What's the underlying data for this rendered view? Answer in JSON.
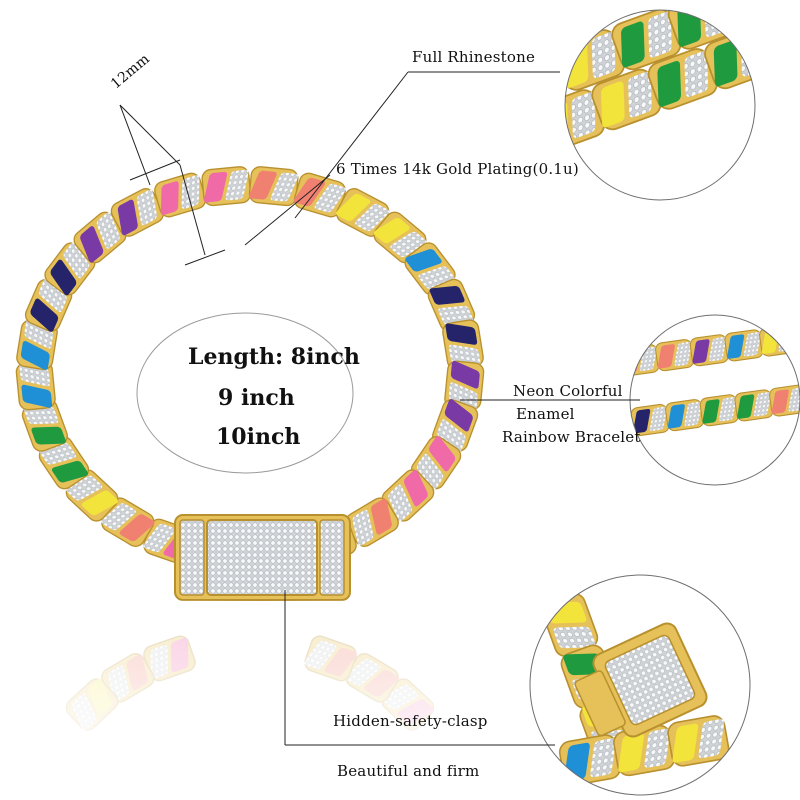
{
  "labels": {
    "width_dim": "12mm",
    "rhinestone": "Full Rhinestone",
    "plating": "6 Times 14k Gold Plating(0.1u)",
    "neon_line1": "Neon Colorful",
    "neon_line2": "Enamel",
    "neon_line3": "Rainbow Bracelet",
    "clasp": "Hidden-safety-clasp",
    "firm": "Beautiful and firm"
  },
  "lengths": [
    "Length: 8inch",
    "9 inch",
    "10inch"
  ],
  "colors": {
    "gold": "#e6c15a",
    "gold_dark": "#b8902e",
    "yellow": "#f2e43a",
    "green": "#1f9a3e",
    "blue": "#1f8fd6",
    "navy": "#25246b",
    "purple": "#7a3aa6",
    "pink": "#f06aa8",
    "coral": "#f08070",
    "stone": "#eef2f5"
  }
}
